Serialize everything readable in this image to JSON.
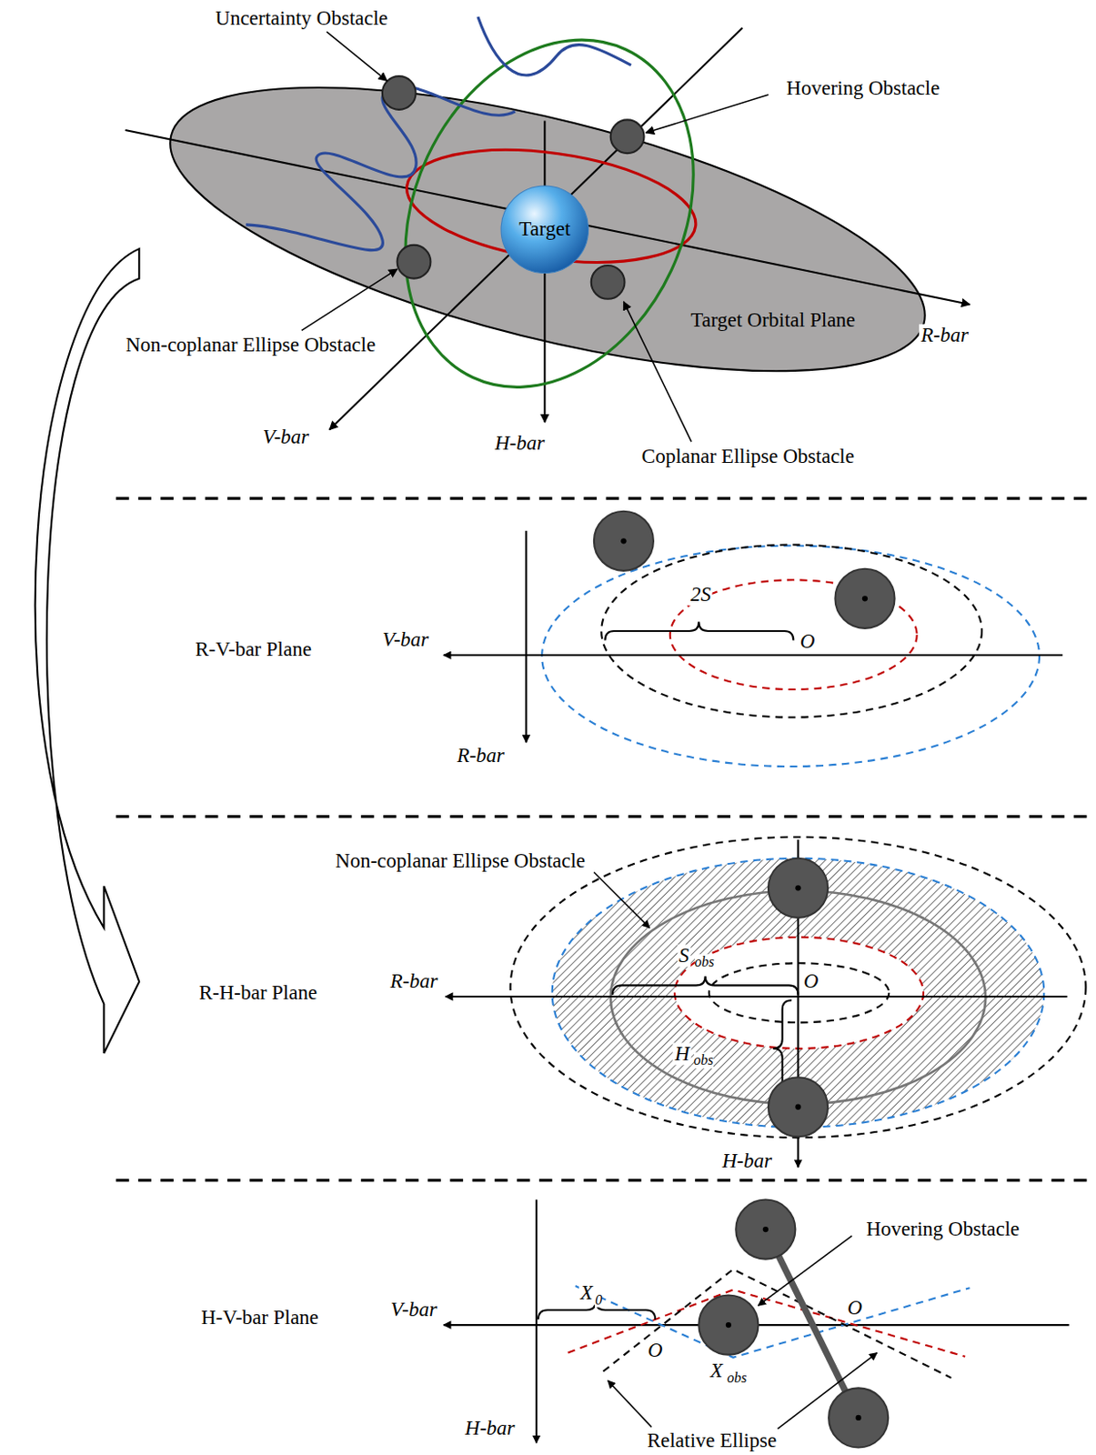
{
  "diagram": {
    "nodes": [
      {
        "text": [
          "Target Orbital Plane"
        ]
      },
      {
        "text": [
          "Target"
        ],
        "in": 0
      }
    ],
    "labels": [
      "Uncertainty Obstacle",
      "Hovering Obstacle",
      "Non-coplanar Ellipse Obstacle",
      "Coplanar Ellipse Obstacle",
      "R-bar",
      "V-bar",
      "H-bar",
      "R-V-bar Plane",
      "V-bar",
      "R-bar",
      "2S",
      "O",
      "R-H-bar Plane",
      "Non-coplanar Ellipse Obstacle",
      "R-bar",
      "S",
      "obs",
      "O",
      "H",
      "obs",
      "H-bar",
      "H-V-bar Plane",
      "V-bar",
      "X",
      "0",
      "O",
      "X",
      "obs",
      "O",
      "Hovering Obstacle",
      "H-bar",
      "Relative Ellipse"
    ]
  }
}
